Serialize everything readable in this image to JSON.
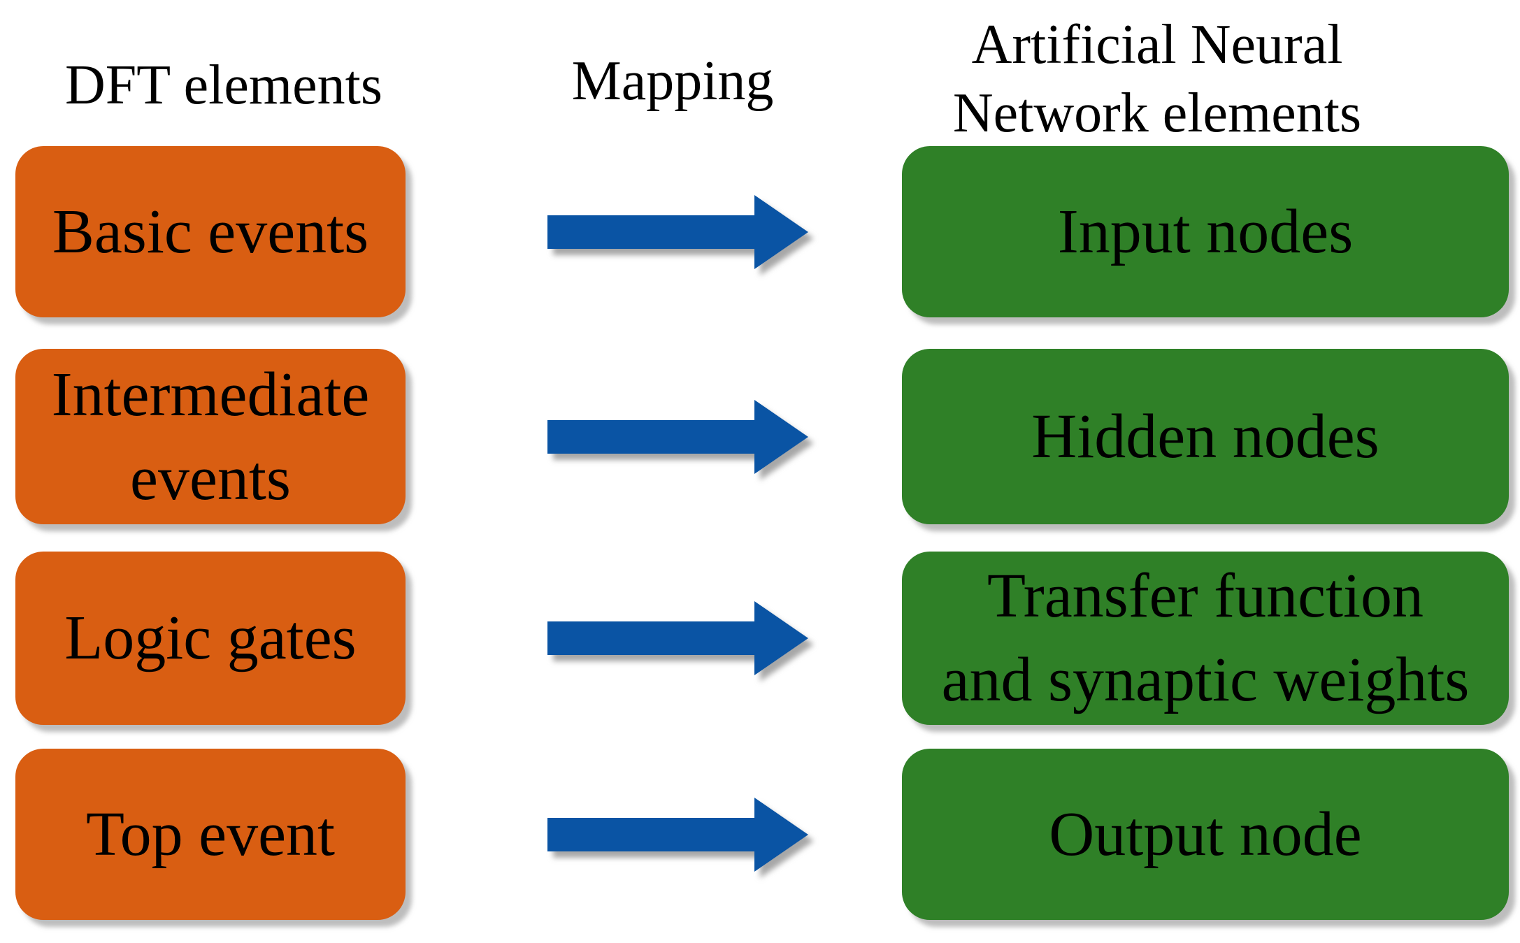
{
  "headers": {
    "left": "DFT elements",
    "middle": "Mapping",
    "right": "Artificial Neural\nNetwork elements"
  },
  "rows": [
    {
      "dft": "Basic events",
      "ann": "Input nodes"
    },
    {
      "dft": "Intermediate\nevents",
      "ann": "Hidden nodes"
    },
    {
      "dft": "Logic gates",
      "ann": "Transfer function\nand synaptic weights"
    },
    {
      "dft": "Top event",
      "ann": "Output node"
    }
  ],
  "arrows": [
    {
      "icon": "right-arrow"
    },
    {
      "icon": "right-arrow"
    },
    {
      "icon": "right-arrow"
    },
    {
      "icon": "right-arrow"
    }
  ],
  "colors": {
    "dft_box": "#D95E12",
    "ann_box": "#2F8027",
    "arrow": "#0A54A4",
    "text": "#000000"
  }
}
